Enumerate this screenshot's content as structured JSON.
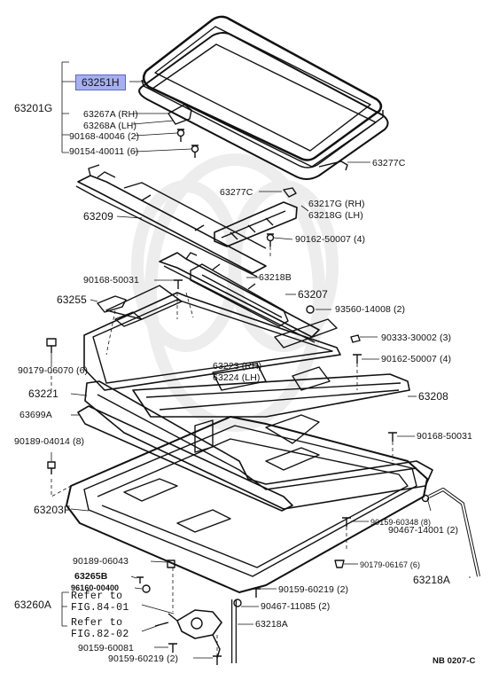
{
  "labels": {
    "p63201G": "63201G",
    "p63251H": "63251H",
    "p63267A": "63267A (RH)",
    "p63268A": "63268A (LH)",
    "p90168_40046": "90168-40046 (2)",
    "p90154_40011": "90154-40011 (6)",
    "p63277C_a": "63277C",
    "p63277C_b": "63277C",
    "p63217G": "63217G (RH)",
    "p63218G": "63218G (LH)",
    "p63209": "63209",
    "p90162_50007_a": "90162-50007 (4)",
    "p90168_50031_a": "90168-50031",
    "p63218B": "63218B",
    "p63255": "63255",
    "p63207": "63207",
    "p93560_14008": "93560-14008 (2)",
    "p90333_30002": "90333-30002 (3)",
    "p90179_06070": "90179-06070 (6)",
    "p90162_50007_b": "90162-50007 (4)",
    "p63223": "63223 (RH)",
    "p63224": "63224 (LH)",
    "p63221": "63221",
    "p63208": "63208",
    "p63699A": "63699A",
    "p90168_50031_b": "90168-50031",
    "p90189_04014": "90189-04014 (8)",
    "p63203F": "63203F",
    "p90467_14001": "90467-14001 (2)",
    "p90159_60348": "90159-60348 (8)",
    "p90179_06167": "90179-06167 (6)",
    "p90189_06043": "90189-06043",
    "p63265B": "63265B",
    "p96160_00400": "96160-00400",
    "p63218A_a": "63218A",
    "p63260A": "63260A",
    "refer1a": "Refer to",
    "refer1b": "FIG.84-01",
    "refer2a": "Refer to",
    "refer2b": "FIG.82-02",
    "p90159_60219_a": "90159-60219 (2)",
    "p90467_11085": "90467-11085 (2)",
    "p63218A_b": "63218A",
    "p90159_60081": "90159-60081",
    "p90159_60219_b": "90159-60219 (2)",
    "code": "NB 0207-C"
  },
  "colors": {
    "line": "#111111",
    "highlight": "#a7b0ef",
    "highlight_border": "#5c66c9",
    "watermark": "#e8e8e8"
  }
}
